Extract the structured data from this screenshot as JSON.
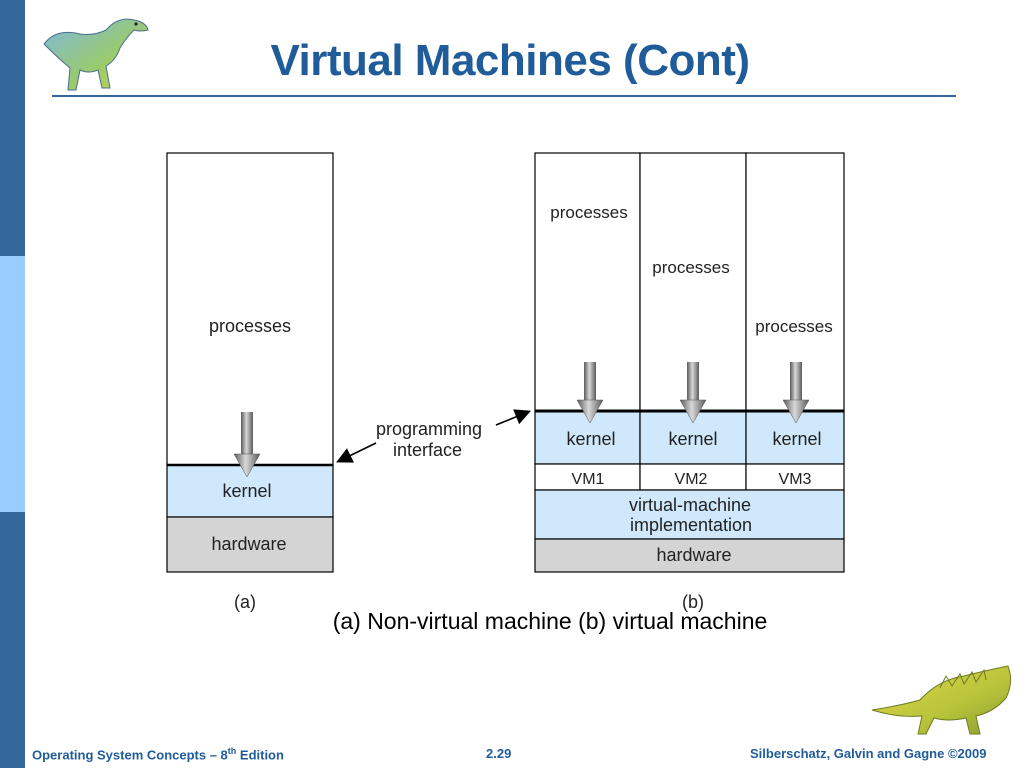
{
  "slide": {
    "title": "Virtual Machines (Cont)",
    "caption": "(a) Non-virtual machine (b) virtual machine",
    "footer_left_prefix": "Operating System Concepts – 8",
    "footer_left_sup": "th",
    "footer_left_suffix": " Edition",
    "footer_center": "2.29",
    "footer_right": "Silberschatz, Galvin and Gagne ©2009"
  },
  "diagram": {
    "a": {
      "processes": "processes",
      "kernel": "kernel",
      "hardware": "hardware",
      "label": "(a)"
    },
    "interface_label_line1": "programming",
    "interface_label_line2": "interface",
    "b": {
      "processes": [
        "processes",
        "processes",
        "processes"
      ],
      "kernels": [
        "kernel",
        "kernel",
        "kernel"
      ],
      "vms": [
        "VM1",
        "VM2",
        "VM3"
      ],
      "vm_impl_line1": "virtual-machine",
      "vm_impl_line2": "implementation",
      "hardware": "hardware",
      "label": "(b)"
    }
  },
  "colors": {
    "title": "#1f5c99",
    "band_dark": "#336699",
    "band_light": "#99ccff",
    "kernel_fill": "#cfe8fb",
    "hardware_fill": "#d4d4d4"
  }
}
